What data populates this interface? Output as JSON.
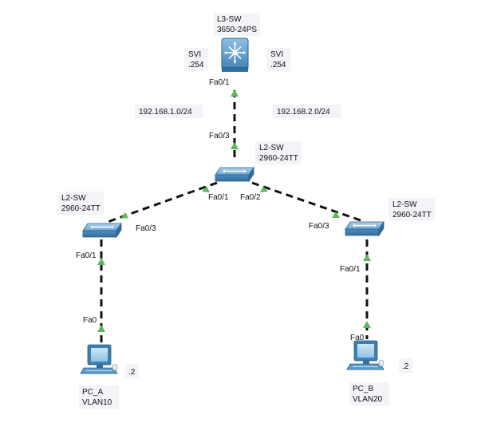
{
  "colors": {
    "link": "#111111",
    "port_marker": "#5cb85c",
    "switch_top": "#6fa8d2",
    "switch_side": "#3f7fb1",
    "l3_switch": "#5d9bc8",
    "pc_body": "#3d7fb3",
    "label_bg": "#f2f4f7"
  },
  "devices": {
    "l3_switch": {
      "icon": "multilayer-switch-icon",
      "name": "L3-SW",
      "model": "3650-24PS"
    },
    "core_l2": {
      "icon": "switch-icon",
      "name": "L2-SW",
      "model": "2960-24TT"
    },
    "left_l2": {
      "icon": "switch-icon",
      "name": "L2-SW",
      "model": "2960-24TT"
    },
    "right_l2": {
      "icon": "switch-icon",
      "name": "L2-SW",
      "model": "2960-24TT"
    },
    "pc_a": {
      "icon": "pc-icon",
      "name": "PC_A",
      "vlan": "VLAN10",
      "host": ".2"
    },
    "pc_b": {
      "icon": "pc-icon",
      "name": "PC_B",
      "vlan": "VLAN20",
      "host": ".2"
    }
  },
  "svi": {
    "left": {
      "name": "SVI",
      "value": ".254"
    },
    "right": {
      "name": "SVI",
      "value": ".254"
    }
  },
  "networks": {
    "left": "192.168.1.0/24",
    "right": "192.168.2.0/24"
  },
  "ports": {
    "l3_fa0_1": "Fa0/1",
    "core_fa0_3": "Fa0/3",
    "core_fa0_1": "Fa0/1",
    "core_fa0_2": "Fa0/2",
    "left_fa0_3": "Fa0/3",
    "left_fa0_1": "Fa0/1",
    "pca_fa0": "Fa0",
    "right_fa0_3": "Fa0/3",
    "right_fa0_1": "Fa0/1",
    "pcb_fa0": "Fa0"
  }
}
